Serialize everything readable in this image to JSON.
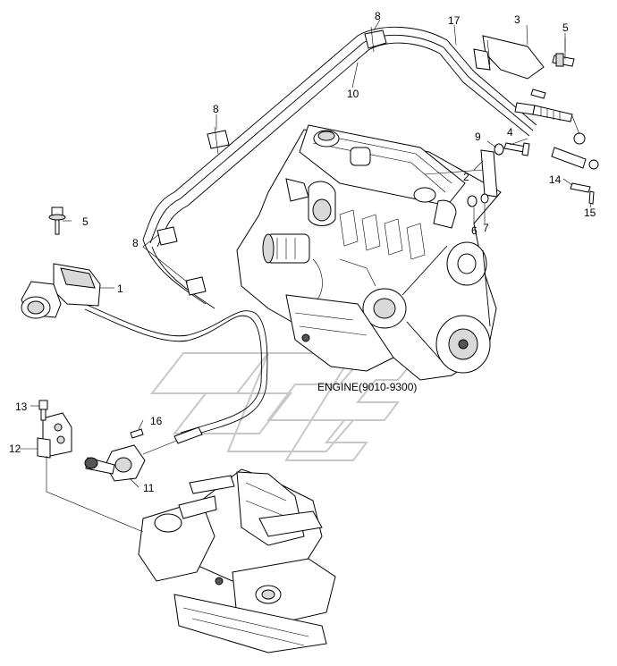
{
  "engine_label": "ENGINE(9010-9300)",
  "callouts": {
    "c1": "1",
    "c2": "2",
    "c3": "3",
    "c4": "4",
    "c5a": "5",
    "c5b": "5",
    "c6": "6",
    "c7": "7",
    "c8a": "8",
    "c8b": "8",
    "c8c": "8",
    "c9": "9",
    "c10": "10",
    "c11": "11",
    "c12": "12",
    "c13": "13",
    "c14": "14",
    "c15": "15",
    "c16": "16",
    "c17": "17"
  }
}
